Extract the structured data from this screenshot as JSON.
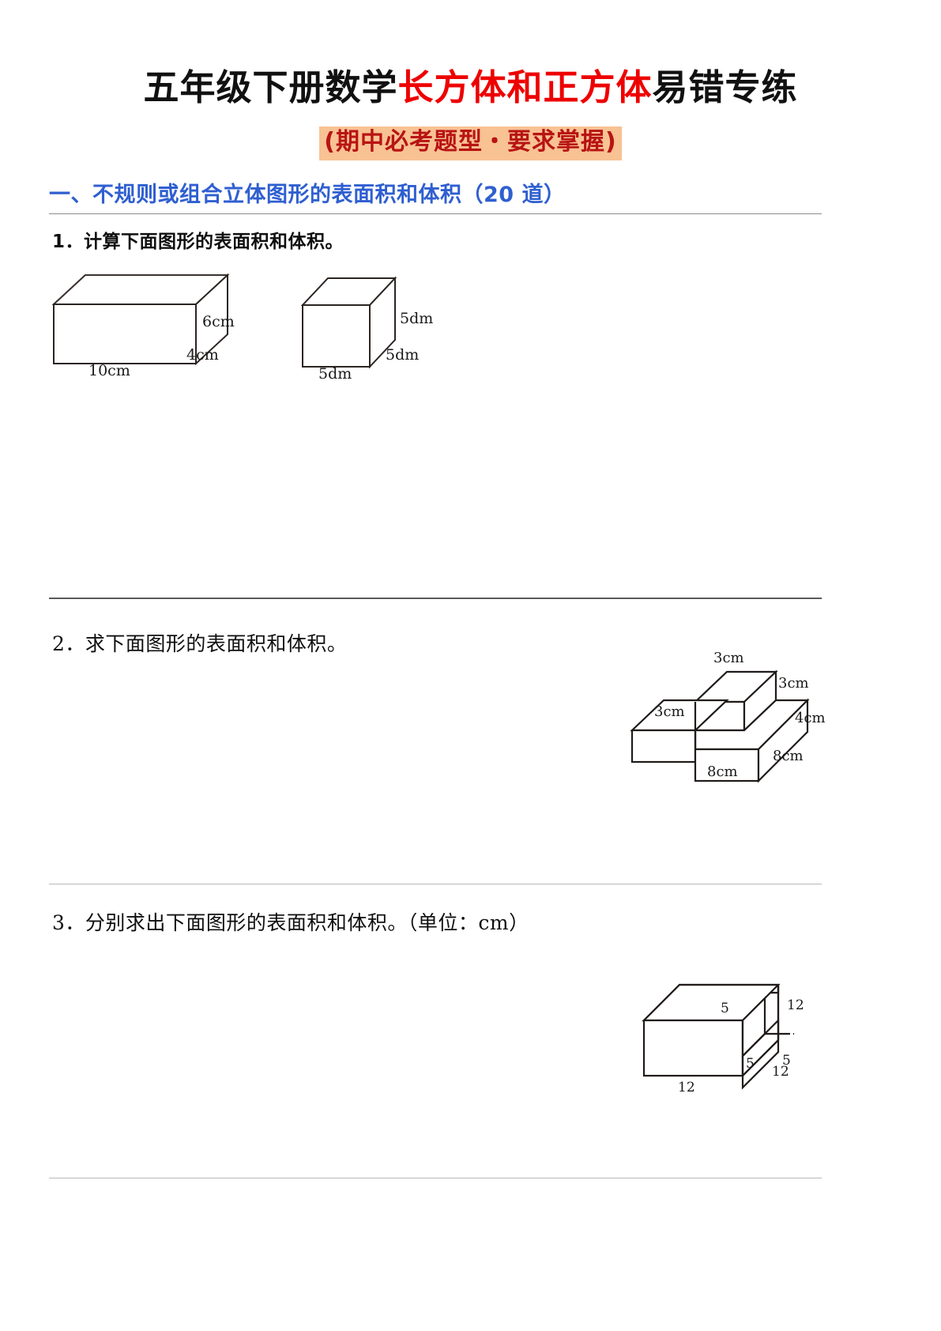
{
  "title": {
    "part_black_1": "五年级下册数学",
    "part_red": "长方体和正方体",
    "part_black_2": "易错专练"
  },
  "subtitle": "(期中必考题型・要求掌握)",
  "section_header": "一、不规则或组合立体图形的表面积和体积（20 道）",
  "questions": [
    {
      "number": "1",
      "text": "1．计算下面图形的表面积和体积。",
      "figures": [
        {
          "name": "rectangular-prism",
          "labels": {
            "height": "6cm",
            "depth": "4cm",
            "width": "10cm"
          }
        },
        {
          "name": "cube",
          "labels": {
            "height": "5dm",
            "depth": "5dm",
            "width": "5dm"
          }
        }
      ]
    },
    {
      "number": "2",
      "text": "2．求下面图形的表面积和体积。",
      "figures": [
        {
          "name": "staircase-solid",
          "labels": {
            "top_step_width": "3cm",
            "right_step_height": "3cm",
            "riser_height": "3cm",
            "right_total_height": "4cm",
            "right_depth": "8cm",
            "front_width": "8cm"
          }
        }
      ]
    },
    {
      "number": "3",
      "text": "3．分别求出下面图形的表面积和体积。（单位：cm）",
      "figures": [
        {
          "name": "cube-with-notch",
          "labels": {
            "notch_left": "5",
            "notch_bottom": "5",
            "notch_right": "5",
            "cube_right_height": "12",
            "cube_right_depth": "12",
            "cube_front_width": "12"
          }
        }
      ]
    }
  ],
  "watermark": "",
  "colors": {
    "title_red": "#ee0000",
    "subtitle_text": "#b81414",
    "subtitle_highlight": "#f8c293",
    "section_blue": "#2f5fd0",
    "rule_gray": "#5a5a5a",
    "figure_stroke": "#262626"
  }
}
